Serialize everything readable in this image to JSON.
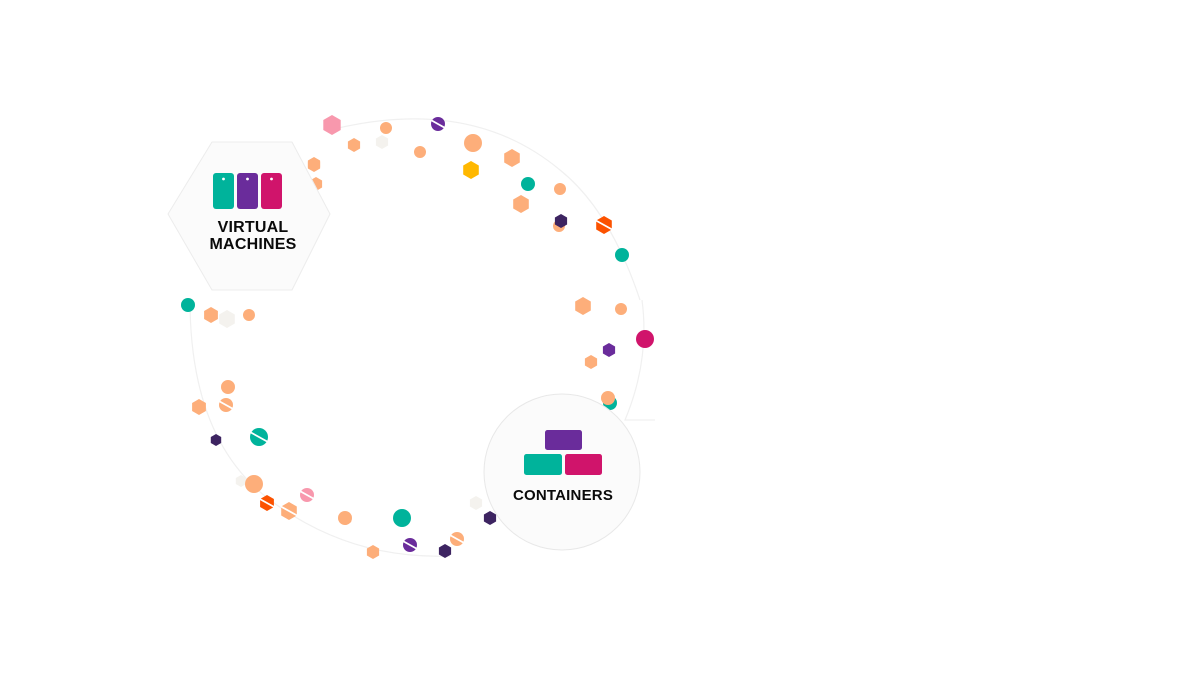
{
  "diagram": {
    "title": "Virtual Machines to Containers",
    "colors": {
      "teal": "#00b39b",
      "purple": "#6a2c9b",
      "magenta": "#d0146b",
      "peach": "#fdae7a",
      "pink": "#f898ad",
      "yellow": "#ffb800",
      "orange": "#fc5200",
      "dark_purple": "#3d2461",
      "off_white": "#f4f2ee",
      "node_bg": "#fbfbfb",
      "node_border": "#e6e6e6"
    },
    "nodes": {
      "virtual_machines": {
        "label_line1": "VIRTUAL",
        "label_line2": "MACHINES",
        "icon": "server-blocks-icon",
        "shape": "hexagon",
        "icon_colors": [
          "teal",
          "purple",
          "magenta"
        ]
      },
      "containers": {
        "label": "CONTAINERS",
        "icon": "container-stack-icon",
        "shape": "circle",
        "icon_colors": [
          "purple",
          "teal",
          "magenta"
        ]
      }
    },
    "particles": [
      {
        "shape": "hex",
        "color": "pink"
      },
      {
        "shape": "dot",
        "color": "peach"
      },
      {
        "shape": "dot-split",
        "color": "purple"
      },
      {
        "shape": "hex",
        "color": "peach"
      },
      {
        "shape": "hex",
        "color": "off_white"
      },
      {
        "shape": "dot",
        "color": "peach"
      },
      {
        "shape": "dot",
        "color": "peach"
      },
      {
        "shape": "hex",
        "color": "yellow"
      },
      {
        "shape": "hex",
        "color": "peach"
      },
      {
        "shape": "hex",
        "color": "peach"
      },
      {
        "shape": "dot",
        "color": "teal"
      },
      {
        "shape": "dot",
        "color": "peach"
      },
      {
        "shape": "hex",
        "color": "peach"
      },
      {
        "shape": "dot",
        "color": "peach"
      },
      {
        "shape": "hex",
        "color": "dark_purple"
      },
      {
        "shape": "hex-split",
        "color": "orange"
      },
      {
        "shape": "dot",
        "color": "teal"
      },
      {
        "shape": "hex",
        "color": "peach"
      },
      {
        "shape": "dot",
        "color": "peach"
      },
      {
        "shape": "dot",
        "color": "magenta"
      },
      {
        "shape": "hex",
        "color": "purple"
      },
      {
        "shape": "hex",
        "color": "peach"
      },
      {
        "shape": "dot",
        "color": "peach"
      },
      {
        "shape": "dot",
        "color": "teal"
      },
      {
        "shape": "hex",
        "color": "peach"
      },
      {
        "shape": "hex",
        "color": "off_white"
      },
      {
        "shape": "dot",
        "color": "peach"
      },
      {
        "shape": "hex",
        "color": "peach"
      },
      {
        "shape": "dot-split",
        "color": "peach"
      },
      {
        "shape": "hex",
        "color": "dark_purple"
      },
      {
        "shape": "dot-split",
        "color": "teal"
      },
      {
        "shape": "hex",
        "color": "off_white"
      },
      {
        "shape": "dot",
        "color": "peach"
      },
      {
        "shape": "hex-split",
        "color": "orange"
      },
      {
        "shape": "hex-split",
        "color": "peach"
      },
      {
        "shape": "dot-split",
        "color": "pink"
      },
      {
        "shape": "hex",
        "color": "peach"
      },
      {
        "shape": "dot",
        "color": "peach"
      },
      {
        "shape": "dot",
        "color": "teal"
      },
      {
        "shape": "hex",
        "color": "peach"
      },
      {
        "shape": "dot-split",
        "color": "purple"
      },
      {
        "shape": "hex",
        "color": "dark_purple"
      },
      {
        "shape": "dot-split",
        "color": "peach"
      },
      {
        "shape": "hex",
        "color": "off_white"
      },
      {
        "shape": "hex",
        "color": "dark_purple"
      },
      {
        "shape": "hex",
        "color": "peach"
      },
      {
        "shape": "dot",
        "color": "teal"
      },
      {
        "shape": "dot",
        "color": "peach"
      },
      {
        "shape": "hex",
        "color": "peach"
      }
    ]
  }
}
